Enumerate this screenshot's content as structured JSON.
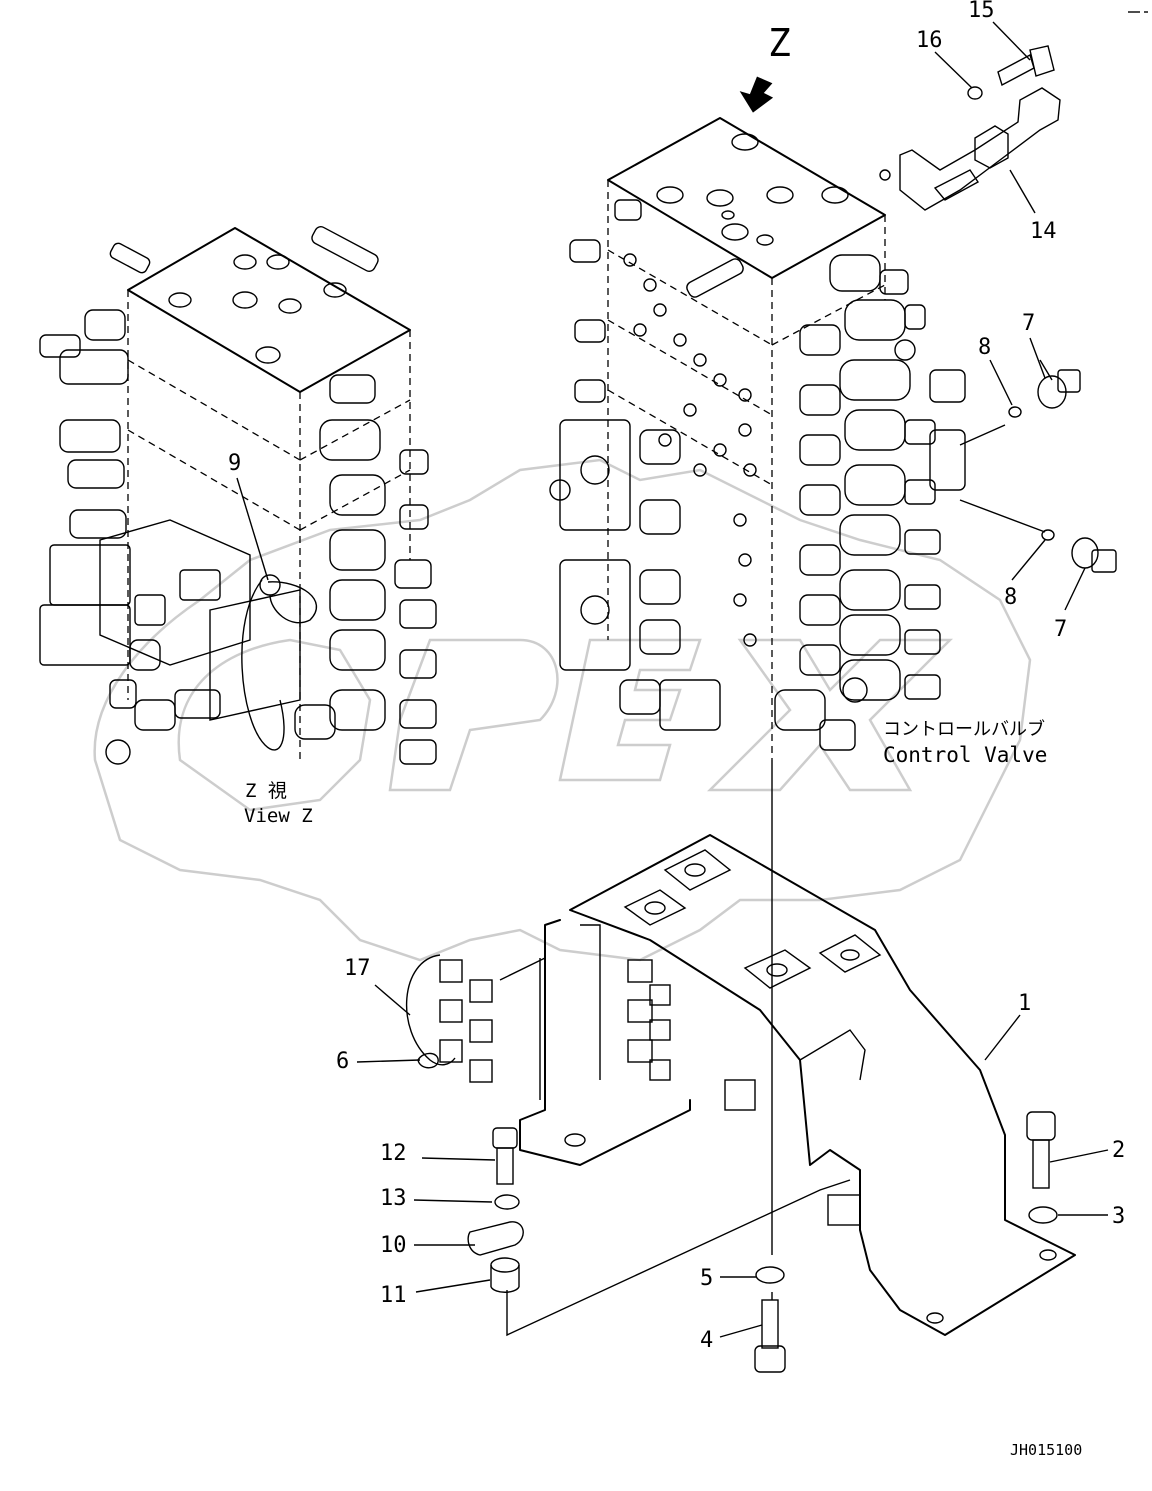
{
  "view_marker": "Z",
  "view_label_jp": "Z 視",
  "view_label_en": "View Z",
  "assembly_label_jp": "コントロールバルブ",
  "assembly_label_en": "Control Valve",
  "drawing_code": "JH015100",
  "watermark": "OPEX",
  "callouts": [
    "15",
    "16",
    "14",
    "7",
    "8",
    "8",
    "7",
    "9",
    "17",
    "6",
    "1",
    "12",
    "13",
    "10",
    "11",
    "2",
    "3",
    "5",
    "4"
  ]
}
